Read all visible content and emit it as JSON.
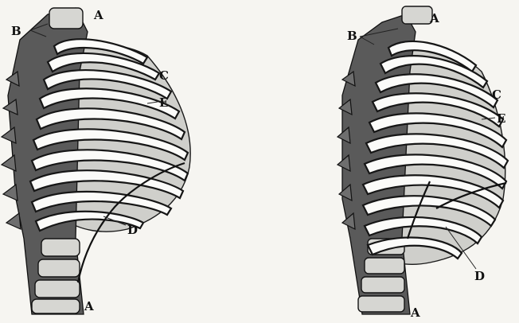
{
  "figure": {
    "left_panel": {
      "labels": {
        "top_a": "A",
        "b": "B",
        "c": "C",
        "e": "E",
        "d": "D",
        "bottom_a": "A"
      }
    },
    "right_panel": {
      "labels": {
        "top_a": "A",
        "b": "B",
        "c": "C",
        "e": "E",
        "d": "D",
        "bottom_a": "A"
      }
    }
  }
}
